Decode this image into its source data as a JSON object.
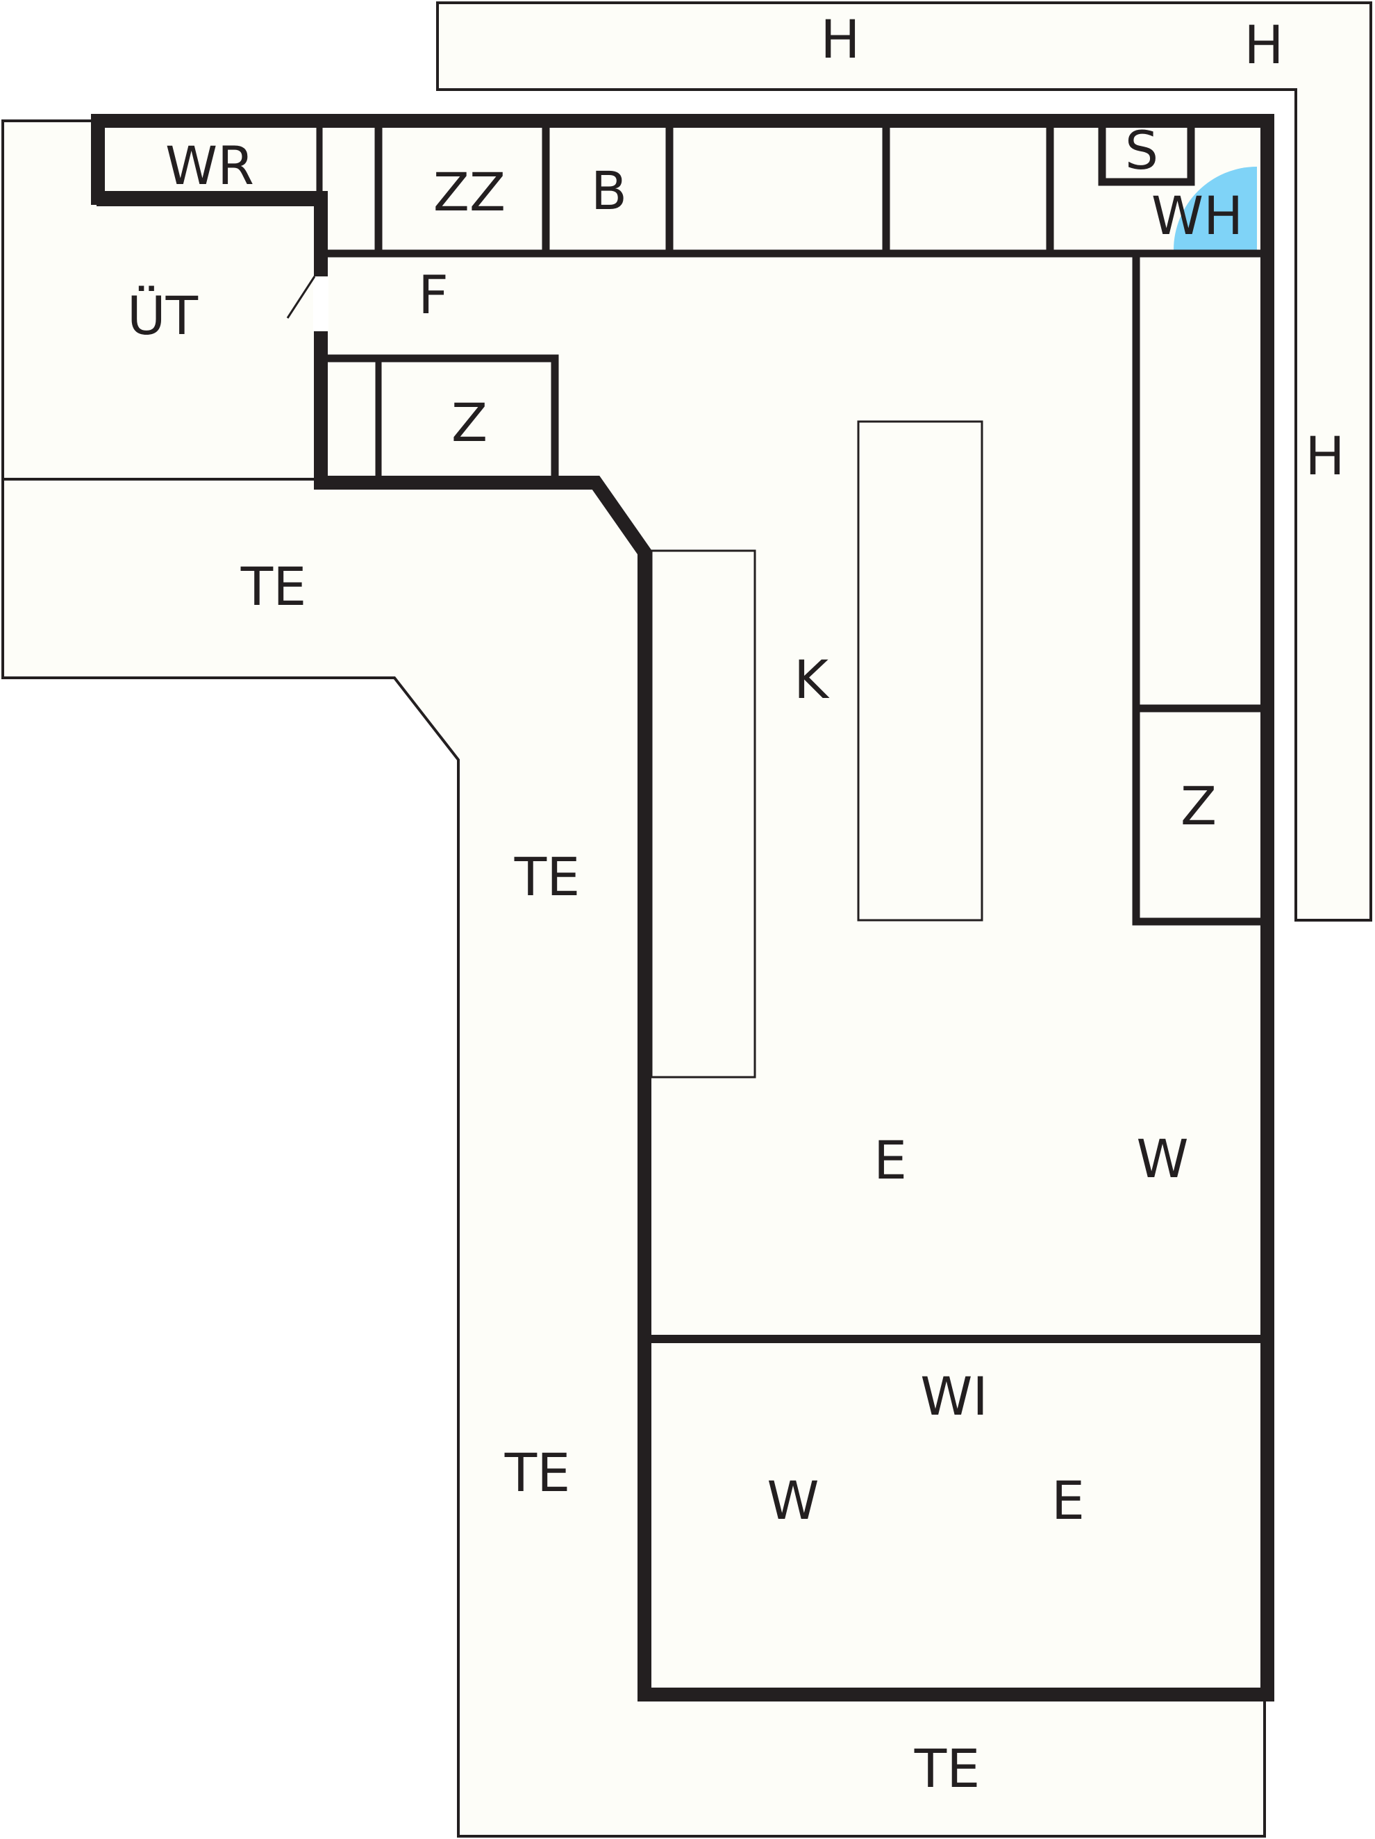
{
  "colors": {
    "floor": "#fdfdf8",
    "wall": "#231f20",
    "water_heater": "#7fd3f7",
    "background": "#ffffff"
  },
  "labels": {
    "h_top": "H",
    "h_corner": "H",
    "h_right": "H",
    "wr": "WR",
    "zz": "ZZ",
    "b": "B",
    "s": "S",
    "wh": "WH",
    "ut": "ÜT",
    "f": "F",
    "z_left": "Z",
    "te_upper": "TE",
    "k": "K",
    "z_right": "Z",
    "te_mid": "TE",
    "e_main": "E",
    "w_main": "W",
    "wi": "WI",
    "te_lower": "TE",
    "w_wi": "W",
    "e_wi": "E",
    "te_bottom": "TE"
  }
}
